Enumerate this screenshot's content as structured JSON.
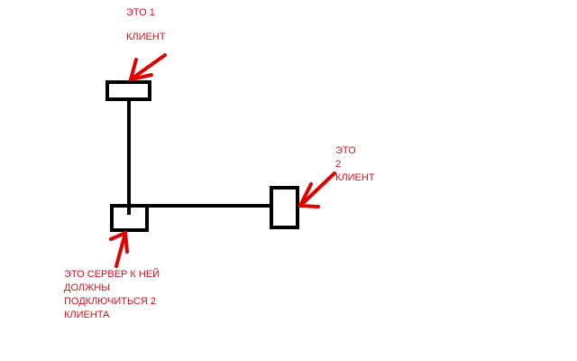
{
  "client1": {
    "line1": "ЭТО 1",
    "line2": "КЛИЕНТ"
  },
  "client2": {
    "line1": "ЭТО",
    "line2": "2",
    "line3": "КЛИЕНТ"
  },
  "server": {
    "line1": "ЭТО СЕРВЕР К НЕЙ",
    "line2": "ДОЛЖНЫ",
    "line3": "ПОДКЛЮЧИТЬСЯ 2",
    "line4": "КЛИЕНТА"
  },
  "colors": {
    "annotation": "#d8101c",
    "shapes": "#000000"
  }
}
